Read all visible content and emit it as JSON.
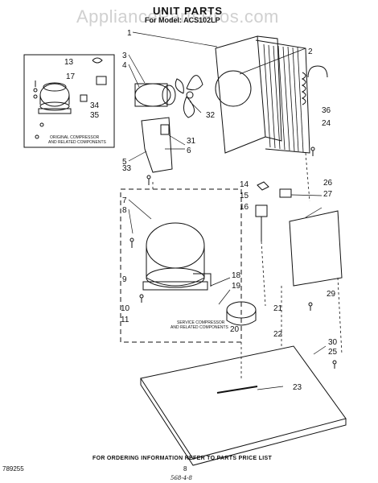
{
  "header": {
    "title": "UNIT PARTS",
    "subtitle": "For Model: ACS102LP",
    "watermark": "AppliancePartsPros.com"
  },
  "callouts": [
    "1",
    "2",
    "3",
    "4",
    "5",
    "6",
    "7",
    "8",
    "9",
    "10",
    "11",
    "13",
    "14",
    "15",
    "16",
    "17",
    "18",
    "19",
    "20",
    "21",
    "22",
    "23",
    "24",
    "25",
    "26",
    "27",
    "29",
    "30",
    "31",
    "32",
    "33",
    "34",
    "35",
    "36"
  ],
  "inset_label": {
    "line1": "ORIGINAL COMPRESSOR",
    "line2": "AND RELATED COMPONENTS"
  },
  "service_label": {
    "line1": "SERVICE COMPRESSOR",
    "line2": "AND RELATED COMPONENTS"
  },
  "footer": {
    "ordering_note": "FOR ORDERING INFORMATION REFER TO PARTS PRICE LIST",
    "part_number": "789255",
    "page_number": "8",
    "handwritten": "568-4-8"
  }
}
